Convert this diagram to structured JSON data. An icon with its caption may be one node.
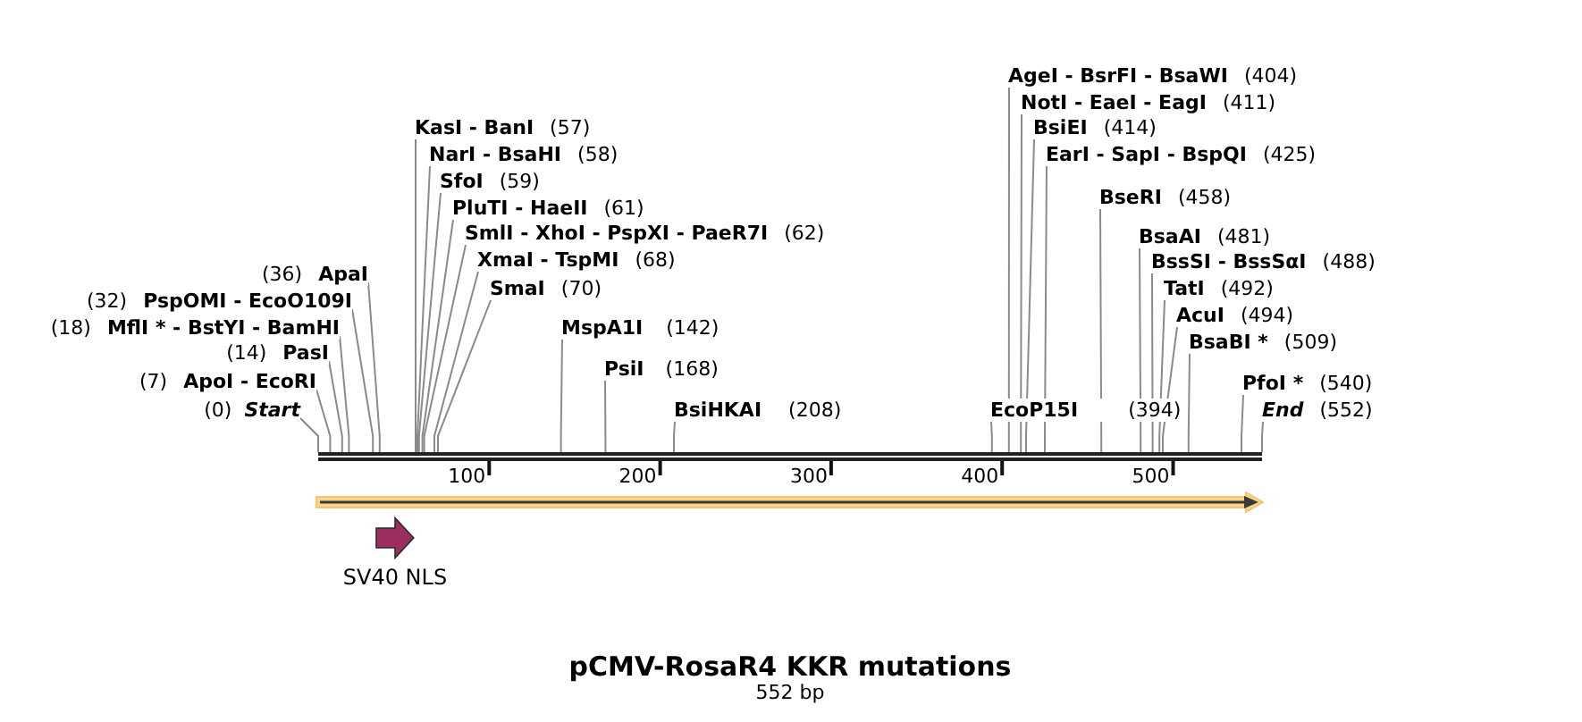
{
  "diagram": {
    "title": "pCMV-RosaR4 KKR mutations",
    "caption": "552 bp",
    "nodes": [
      {
        "text": [
          "(0)",
          "Start"
        ]
      },
      {
        "text": [
          "(7)",
          "ApoI - EcoRI"
        ]
      },
      {
        "text": [
          "(14)",
          "PasI"
        ]
      },
      {
        "text": [
          "(18)",
          "MflI * - BstYI - BamHI"
        ]
      },
      {
        "text": [
          "(32)",
          "PspOMI - EcoO109I"
        ]
      },
      {
        "text": [
          "(36)",
          "ApaI"
        ]
      },
      {
        "text": [
          "KasI - BanI",
          "(57)"
        ]
      },
      {
        "text": [
          "NarI - BsaHI",
          "(58)"
        ]
      },
      {
        "text": [
          "SfoI",
          "(59)"
        ]
      },
      {
        "text": [
          "PluTI - HaeII",
          "(61)"
        ]
      },
      {
        "text": [
          "SmlI - XhoI - PspXI - PaeR7I",
          "(62)"
        ]
      },
      {
        "text": [
          "XmaI - TspMI",
          "(68)"
        ]
      },
      {
        "text": [
          "SmaI",
          "(70)"
        ]
      },
      {
        "text": [
          "MspA1I",
          "(142)"
        ]
      },
      {
        "text": [
          "PsiI",
          "(168)"
        ]
      },
      {
        "text": [
          "BsiHKAI",
          "(208)"
        ]
      },
      {
        "text": [
          "EcoP15I",
          "(394)"
        ]
      },
      {
        "text": [
          "AgeI - BsrFI - BsaWI",
          "(404)"
        ]
      },
      {
        "text": [
          "NotI - EaeI - EagI",
          "(411)"
        ]
      },
      {
        "text": [
          "BsiEI",
          "(414)"
        ]
      },
      {
        "text": [
          "EarI - SapI - BspQI",
          "(425)"
        ]
      },
      {
        "text": [
          "BseRI",
          "(458)"
        ]
      },
      {
        "text": [
          "BsaAI",
          "(481)"
        ]
      },
      {
        "text": [
          "BssSI - BssSαI",
          "(488)"
        ]
      },
      {
        "text": [
          "TatI",
          "(492)"
        ]
      },
      {
        "text": [
          "AcuI",
          "(494)"
        ]
      },
      {
        "text": [
          "BsaBI *",
          "(509)"
        ]
      },
      {
        "text": [
          "PfoI *",
          "(540)"
        ]
      },
      {
        "text": [
          "End",
          "(552)"
        ]
      },
      {
        "text": [],
        "shape": "bar"
      },
      {
        "text": [],
        "shape": "arrow"
      },
      {
        "text": [
          "SV40 NLS"
        ]
      }
    ],
    "edges": [
      {
        "from": 0,
        "to": 29,
        "arrow": "none"
      },
      {
        "from": 1,
        "to": 29,
        "arrow": "none"
      },
      {
        "from": 2,
        "to": 29,
        "arrow": "none"
      },
      {
        "from": 3,
        "to": 29,
        "arrow": "none"
      },
      {
        "from": 4,
        "to": 29,
        "arrow": "none"
      },
      {
        "from": 5,
        "to": 29,
        "arrow": "none"
      },
      {
        "from": 6,
        "to": 29,
        "arrow": "none"
      },
      {
        "from": 7,
        "to": 29,
        "arrow": "none"
      },
      {
        "from": 8,
        "to": 29,
        "arrow": "none"
      },
      {
        "from": 9,
        "to": 29,
        "arrow": "none"
      },
      {
        "from": 10,
        "to": 29,
        "arrow": "none"
      },
      {
        "from": 11,
        "to": 29,
        "arrow": "none"
      },
      {
        "from": 12,
        "to": 29,
        "arrow": "none"
      },
      {
        "from": 13,
        "to": 29,
        "arrow": "none"
      },
      {
        "from": 14,
        "to": 29,
        "arrow": "none"
      },
      {
        "from": 15,
        "to": 29,
        "arrow": "none"
      },
      {
        "from": 16,
        "to": 29,
        "arrow": "none"
      },
      {
        "from": 17,
        "to": 29,
        "arrow": "none"
      },
      {
        "from": 18,
        "to": 29,
        "arrow": "none"
      },
      {
        "from": 19,
        "to": 29,
        "arrow": "none"
      },
      {
        "from": 20,
        "to": 29,
        "arrow": "none"
      },
      {
        "from": 21,
        "to": 29,
        "arrow": "none"
      },
      {
        "from": 22,
        "to": 29,
        "arrow": "none"
      },
      {
        "from": 23,
        "to": 29,
        "arrow": "none"
      },
      {
        "from": 24,
        "to": 29,
        "arrow": "none"
      },
      {
        "from": 25,
        "to": 29,
        "arrow": "none"
      },
      {
        "from": 26,
        "to": 29,
        "arrow": "none"
      },
      {
        "from": 27,
        "to": 29,
        "arrow": "none"
      },
      {
        "from": 28,
        "to": 29,
        "arrow": "none"
      }
    ],
    "labels": [
      "100",
      "200",
      "300",
      "400",
      "500"
    ]
  }
}
